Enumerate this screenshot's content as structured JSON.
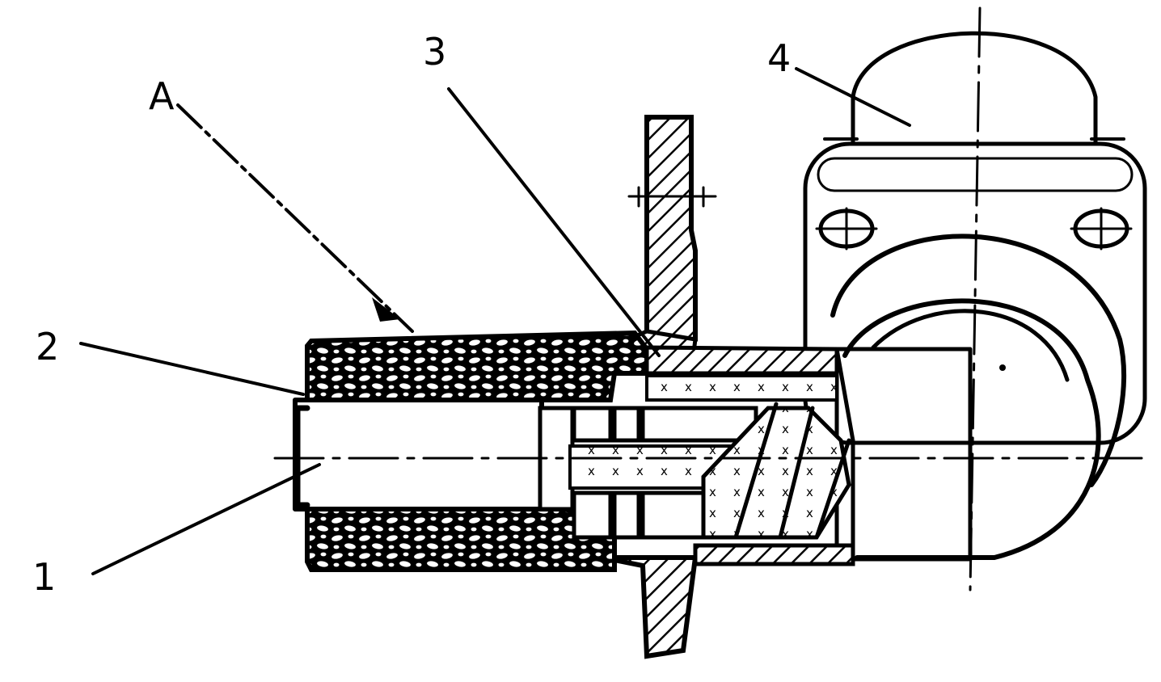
{
  "figure": {
    "labels": {
      "part_1": "1",
      "part_2": "2",
      "part_3": "3",
      "part_4": "4",
      "section_a": "A"
    },
    "colors": {
      "ink": "#000000",
      "paper": "#ffffff"
    }
  }
}
